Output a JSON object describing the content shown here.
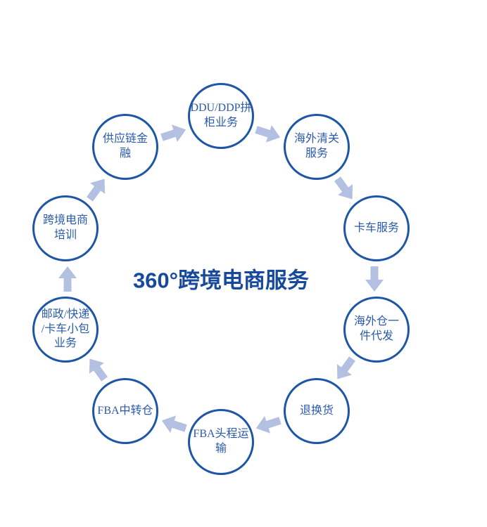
{
  "title": "360°跨境电商服务",
  "colors": {
    "background": "#ffffff",
    "title-color": "#17499d",
    "node-border": "#1e56a7",
    "node-text": "#2a5aa8",
    "arrow-color": "#b4c0e1"
  },
  "flow": {
    "direction": "clockwise",
    "arrow_icon": "block-arrow"
  },
  "nodes": [
    {
      "label": "DDU/DDP拼\n柜业务"
    },
    {
      "label": "海外清关\n服务"
    },
    {
      "label": "卡车服务"
    },
    {
      "label": "海外仓一\n件代发"
    },
    {
      "label": "退换货"
    },
    {
      "label": "FBA头程运\n输"
    },
    {
      "label": "FBA中转仓"
    },
    {
      "label": "邮政/快递\n/卡车小包\n业务"
    },
    {
      "label": "跨境电商\n培训"
    },
    {
      "label": "供应链金\n融"
    }
  ]
}
